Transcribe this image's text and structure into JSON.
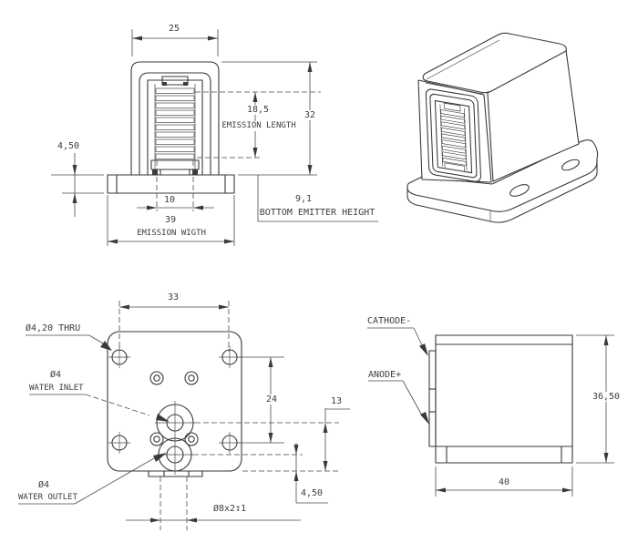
{
  "drawing_title": "laser-diode-stack-module-technical-drawing",
  "colors": {
    "line": "#3a3a3a",
    "dim_line": "#4a4a4a",
    "text": "#3d3d3d",
    "background": "#ffffff"
  },
  "front_view": {
    "body_width": "25",
    "flange_height": "4,50",
    "emission_length_value": "18,5",
    "emission_length_label": "EMISSION LENGTH",
    "body_height": "32",
    "emitter_width": "10",
    "overall_width": "39",
    "overall_width_label": "EMISSION WIGTH",
    "bottom_emitter_value": "9,1",
    "bottom_emitter_label": "BOTTOM EMITTER HEIGHT"
  },
  "bottom_view": {
    "hole_spacing_horizontal": "33",
    "thru_hole_spec": "Ø4,20 THRU",
    "inlet_diameter": "Ø4",
    "inlet_label": "WATER INLET",
    "hole_spacing_vertical": "24",
    "inlet_offset": "13",
    "outlet_diameter": "Ø4",
    "outlet_label": "WATER OUTLET",
    "outlet_bottom_offset": "4,50",
    "boss_spec": "Ø8x2↧1"
  },
  "side_view": {
    "cathode_label": "CATHODE-",
    "anode_label": "ANODE+",
    "total_height": "36,50",
    "depth": "40"
  }
}
